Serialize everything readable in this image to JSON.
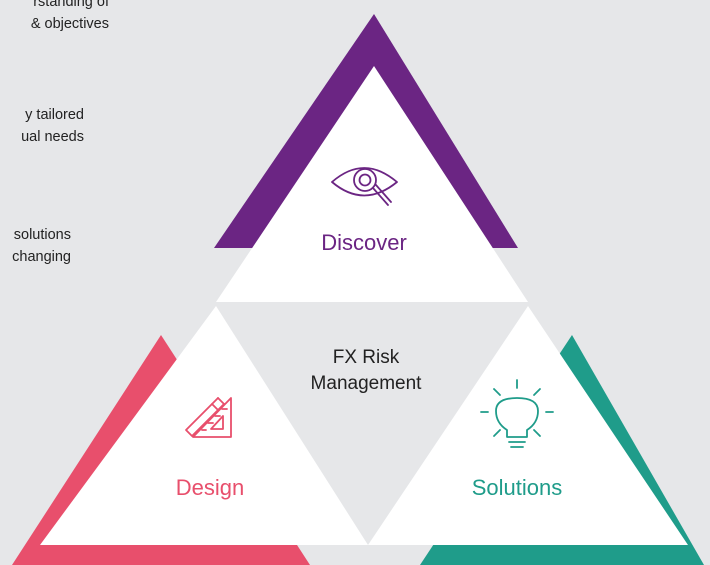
{
  "side_notes": [
    {
      "lines": [
        "rstanding of",
        "& objectives"
      ]
    },
    {
      "lines": [
        "y tailored",
        "ual needs"
      ]
    },
    {
      "lines": [
        "solutions",
        "changing"
      ]
    }
  ],
  "diagram": {
    "center": {
      "lines": [
        "FX Risk",
        "Management"
      ]
    },
    "discover": {
      "label": "Discover",
      "icon": "eye-magnifier-icon",
      "color": "#6b2583"
    },
    "design": {
      "label": "Design",
      "icon": "ruler-pencil-icon",
      "color": "#e84f6c"
    },
    "solutions": {
      "label": "Solutions",
      "icon": "lightbulb-icon",
      "color": "#1f9c8a"
    }
  },
  "colors": {
    "background": "#e6e7e9",
    "white": "#ffffff",
    "text": "#222222"
  }
}
